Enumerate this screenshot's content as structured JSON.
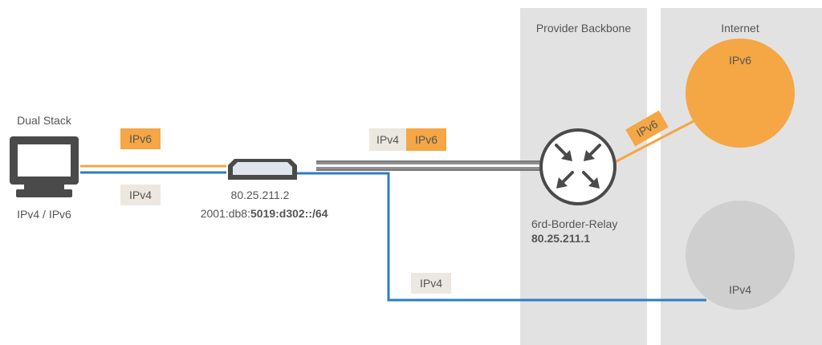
{
  "zones": {
    "provider_backbone": "Provider Backbone",
    "internet": "Internet"
  },
  "client": {
    "title": "Dual Stack",
    "subtitle": "IPv4 / IPv6"
  },
  "cpe": {
    "ipv4": "80.25.211.2",
    "ipv6_prefix_plain": "2001:db8:",
    "ipv6_prefix_bold": "5019:d302::/64"
  },
  "relay": {
    "name": "6rd-Border-Relay",
    "address": "80.25.211.1"
  },
  "clouds": {
    "ipv6": "IPv6",
    "ipv4": "IPv4"
  },
  "tags": {
    "client_ipv6": "IPv6",
    "client_ipv4": "IPv4",
    "tunnel_ipv4": "IPv4",
    "tunnel_ipv6": "IPv6",
    "relay_ipv6": "IPv6",
    "bottom_ipv4": "IPv4"
  },
  "colors": {
    "zone_bg": "#e2e2e2",
    "ipv6_orange": "#f4a744",
    "ipv4_blue": "#2e7dc1",
    "ipv4_tag_bg": "#ece8df",
    "ipv4_cloud": "#cfcfcf",
    "device_dark": "#4a4a4a"
  }
}
